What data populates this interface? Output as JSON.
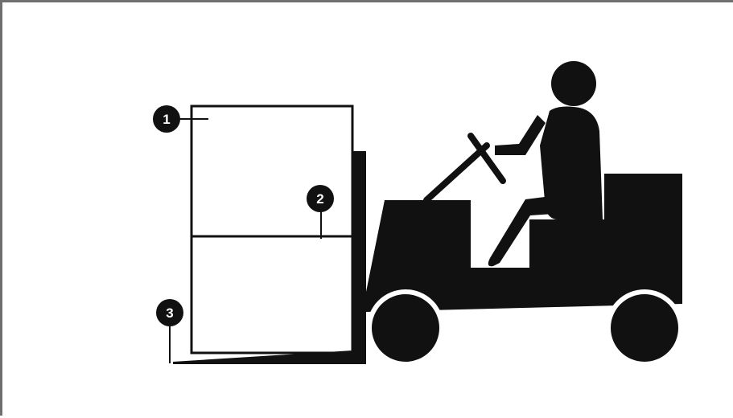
{
  "diagram": {
    "callouts": [
      {
        "id": "1",
        "label": "1"
      },
      {
        "id": "2",
        "label": "2"
      },
      {
        "id": "3",
        "label": "3"
      }
    ],
    "colors": {
      "ink": "#111111",
      "background": "#ffffff",
      "callout_text": "#ffffff"
    }
  }
}
